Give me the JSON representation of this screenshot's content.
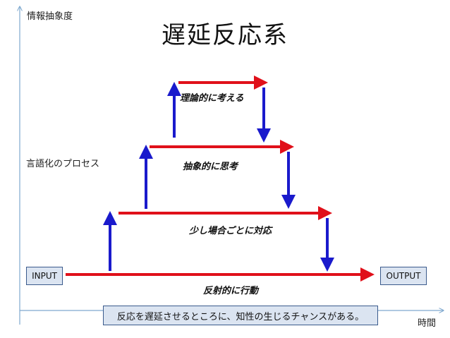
{
  "title": "遅延反応系",
  "y_axis_label": "情報抽象度",
  "x_axis_label": "時間",
  "mid_label": "言語化のプロセス",
  "steps": [
    "理論的に考える",
    "抽象的に思考",
    "少し場合ごとに対応",
    "反射的に行動"
  ],
  "input_label": "INPUT",
  "output_label": "OUTPUT",
  "note": "反応を遅延させるところに、知性の生じるチャンスがある。",
  "colors": {
    "forward_arrow": "#e0101a",
    "vertical_arrow": "#1a1acc",
    "axis": "#7fa9cf",
    "box_fill": "#dbe4f1",
    "box_border": "#3a5a8c"
  }
}
